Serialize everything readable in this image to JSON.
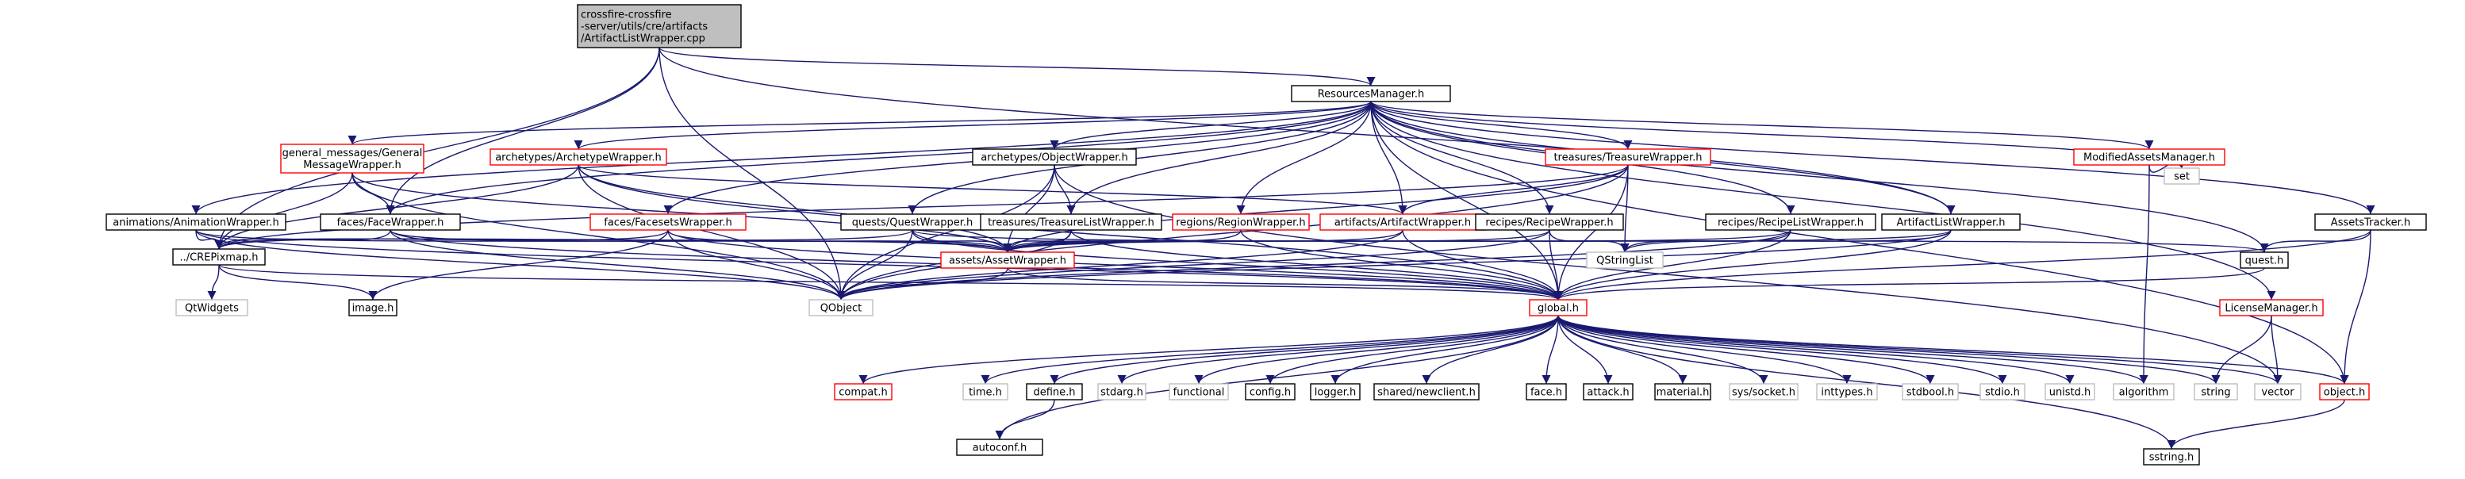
{
  "diagram": {
    "type": "include-dependency-graph",
    "colors": {
      "edge": "#191970",
      "root_fill": "#bfbfbf",
      "root_border": "#000000",
      "documented_border": "#000000",
      "linked_border": "#ff0000",
      "external_border": "#bfbfbf",
      "external_text": "#404040"
    },
    "nodes": [
      {
        "id": "root",
        "kind": "root",
        "lines": [
          "crossfire-crossfire",
          "-server/utils/cre/artifacts",
          "/ArtifactListWrapper.cpp"
        ]
      },
      {
        "id": "resources",
        "kind": "doc",
        "lines": [
          "ResourcesManager.h"
        ]
      },
      {
        "id": "general",
        "kind": "red",
        "lines": [
          "general_messages/General",
          "MessageWrapper.h"
        ]
      },
      {
        "id": "archetype",
        "kind": "red",
        "lines": [
          "archetypes/ArchetypeWrapper.h"
        ]
      },
      {
        "id": "object_wrapper",
        "kind": "doc",
        "lines": [
          "archetypes/ObjectWrapper.h"
        ]
      },
      {
        "id": "treasure",
        "kind": "red",
        "lines": [
          "treasures/TreasureWrapper.h"
        ]
      },
      {
        "id": "modified",
        "kind": "red",
        "lines": [
          "ModifiedAssetsManager.h"
        ]
      },
      {
        "id": "set",
        "kind": "ext",
        "lines": [
          "set"
        ]
      },
      {
        "id": "assets_tracker",
        "kind": "doc",
        "lines": [
          "AssetsTracker.h"
        ]
      },
      {
        "id": "animation",
        "kind": "doc",
        "lines": [
          "animations/AnimationWrapper.h"
        ]
      },
      {
        "id": "face",
        "kind": "doc",
        "lines": [
          "faces/FaceWrapper.h"
        ]
      },
      {
        "id": "facesets",
        "kind": "red",
        "lines": [
          "faces/FacesetsWrapper.h"
        ]
      },
      {
        "id": "quests",
        "kind": "doc",
        "lines": [
          "quests/QuestWrapper.h"
        ]
      },
      {
        "id": "treasure_list",
        "kind": "doc",
        "lines": [
          "treasures/TreasureListWrapper.h"
        ]
      },
      {
        "id": "regions",
        "kind": "red",
        "lines": [
          "regions/RegionWrapper.h"
        ]
      },
      {
        "id": "artifact",
        "kind": "red",
        "lines": [
          "artifacts/ArtifactWrapper.h"
        ]
      },
      {
        "id": "recipe",
        "kind": "doc",
        "lines": [
          "recipes/RecipeWrapper.h"
        ]
      },
      {
        "id": "recipe_list",
        "kind": "doc",
        "lines": [
          "recipes/RecipeListWrapper.h"
        ]
      },
      {
        "id": "artifact_list",
        "kind": "doc",
        "lines": [
          "ArtifactListWrapper.h"
        ]
      },
      {
        "id": "crepixmap",
        "kind": "doc",
        "lines": [
          "../CREPixmap.h"
        ]
      },
      {
        "id": "asset_wrapper",
        "kind": "red",
        "lines": [
          "assets/AssetWrapper.h"
        ]
      },
      {
        "id": "qstringlist",
        "kind": "ext",
        "lines": [
          "QStringList"
        ]
      },
      {
        "id": "quest",
        "kind": "doc",
        "lines": [
          "quest.h"
        ]
      },
      {
        "id": "qtwidgets",
        "kind": "ext",
        "lines": [
          "QtWidgets"
        ]
      },
      {
        "id": "image",
        "kind": "doc",
        "lines": [
          "image.h"
        ]
      },
      {
        "id": "qobject",
        "kind": "ext",
        "lines": [
          "QObject"
        ]
      },
      {
        "id": "global",
        "kind": "red",
        "lines": [
          "global.h"
        ]
      },
      {
        "id": "license",
        "kind": "red",
        "lines": [
          "LicenseManager.h"
        ]
      },
      {
        "id": "compat",
        "kind": "red",
        "lines": [
          "compat.h"
        ]
      },
      {
        "id": "time",
        "kind": "ext",
        "lines": [
          "time.h"
        ]
      },
      {
        "id": "define",
        "kind": "doc",
        "lines": [
          "define.h"
        ]
      },
      {
        "id": "stdarg",
        "kind": "ext",
        "lines": [
          "stdarg.h"
        ]
      },
      {
        "id": "functional",
        "kind": "ext",
        "lines": [
          "functional"
        ]
      },
      {
        "id": "config",
        "kind": "doc",
        "lines": [
          "config.h"
        ]
      },
      {
        "id": "logger",
        "kind": "doc",
        "lines": [
          "logger.h"
        ]
      },
      {
        "id": "newclient",
        "kind": "doc",
        "lines": [
          "shared/newclient.h"
        ]
      },
      {
        "id": "faceh",
        "kind": "doc",
        "lines": [
          "face.h"
        ]
      },
      {
        "id": "attack",
        "kind": "doc",
        "lines": [
          "attack.h"
        ]
      },
      {
        "id": "material",
        "kind": "doc",
        "lines": [
          "material.h"
        ]
      },
      {
        "id": "socket",
        "kind": "ext",
        "lines": [
          "sys/socket.h"
        ]
      },
      {
        "id": "inttypes",
        "kind": "ext",
        "lines": [
          "inttypes.h"
        ]
      },
      {
        "id": "stdbool",
        "kind": "ext",
        "lines": [
          "stdbool.h"
        ]
      },
      {
        "id": "stdio",
        "kind": "ext",
        "lines": [
          "stdio.h"
        ]
      },
      {
        "id": "unistd",
        "kind": "ext",
        "lines": [
          "unistd.h"
        ]
      },
      {
        "id": "algorithm",
        "kind": "ext",
        "lines": [
          "algorithm"
        ]
      },
      {
        "id": "string",
        "kind": "ext",
        "lines": [
          "string"
        ]
      },
      {
        "id": "vector",
        "kind": "ext",
        "lines": [
          "vector"
        ]
      },
      {
        "id": "objecth",
        "kind": "red",
        "lines": [
          "object.h"
        ]
      },
      {
        "id": "autoconf",
        "kind": "doc",
        "lines": [
          "autoconf.h"
        ]
      },
      {
        "id": "sstring",
        "kind": "doc",
        "lines": [
          "sstring.h"
        ]
      }
    ],
    "edges": [
      [
        "root",
        "resources"
      ],
      [
        "root",
        "artifact_list"
      ],
      [
        "root",
        "crepixmap"
      ],
      [
        "root",
        "face"
      ],
      [
        "root",
        "qobject"
      ],
      [
        "resources",
        "general"
      ],
      [
        "resources",
        "archetype"
      ],
      [
        "resources",
        "object_wrapper"
      ],
      [
        "resources",
        "treasure"
      ],
      [
        "resources",
        "modified"
      ],
      [
        "resources",
        "set"
      ],
      [
        "resources",
        "assets_tracker"
      ],
      [
        "resources",
        "animation"
      ],
      [
        "resources",
        "face"
      ],
      [
        "resources",
        "facesets"
      ],
      [
        "resources",
        "quests"
      ],
      [
        "resources",
        "treasure_list"
      ],
      [
        "resources",
        "regions"
      ],
      [
        "resources",
        "artifact"
      ],
      [
        "resources",
        "recipe"
      ],
      [
        "resources",
        "recipe_list"
      ],
      [
        "resources",
        "artifact_list"
      ],
      [
        "resources",
        "quest"
      ],
      [
        "resources",
        "license"
      ],
      [
        "resources",
        "objecth"
      ],
      [
        "resources",
        "global"
      ],
      [
        "general",
        "face"
      ],
      [
        "general",
        "crepixmap"
      ],
      [
        "general",
        "asset_wrapper"
      ],
      [
        "general",
        "qobject"
      ],
      [
        "archetype",
        "artifact"
      ],
      [
        "archetype",
        "asset_wrapper"
      ],
      [
        "archetype",
        "qobject"
      ],
      [
        "archetype",
        "global"
      ],
      [
        "archetype",
        "crepixmap"
      ],
      [
        "object_wrapper",
        "treasure_list"
      ],
      [
        "object_wrapper",
        "asset_wrapper"
      ],
      [
        "object_wrapper",
        "qobject"
      ],
      [
        "object_wrapper",
        "vector"
      ],
      [
        "treasure",
        "artifact"
      ],
      [
        "treasure",
        "qstringlist"
      ],
      [
        "treasure",
        "asset_wrapper"
      ],
      [
        "treasure",
        "qobject"
      ],
      [
        "treasure",
        "global"
      ],
      [
        "treasure",
        "crepixmap"
      ],
      [
        "modified",
        "set"
      ],
      [
        "modified",
        "algorithm"
      ],
      [
        "assets_tracker",
        "quest"
      ],
      [
        "assets_tracker",
        "objecth"
      ],
      [
        "assets_tracker",
        "global"
      ],
      [
        "animation",
        "crepixmap"
      ],
      [
        "animation",
        "asset_wrapper"
      ],
      [
        "animation",
        "qobject"
      ],
      [
        "animation",
        "global"
      ],
      [
        "face",
        "crepixmap"
      ],
      [
        "face",
        "asset_wrapper"
      ],
      [
        "face",
        "qobject"
      ],
      [
        "face",
        "global"
      ],
      [
        "facesets",
        "crepixmap"
      ],
      [
        "facesets",
        "image"
      ],
      [
        "facesets",
        "qobject"
      ],
      [
        "facesets",
        "global"
      ],
      [
        "facesets",
        "asset_wrapper"
      ],
      [
        "quests",
        "asset_wrapper"
      ],
      [
        "quests",
        "qobject"
      ],
      [
        "quests",
        "global"
      ],
      [
        "quests",
        "crepixmap"
      ],
      [
        "quests",
        "quest"
      ],
      [
        "treasure_list",
        "asset_wrapper"
      ],
      [
        "treasure_list",
        "qobject"
      ],
      [
        "treasure_list",
        "global"
      ],
      [
        "regions",
        "asset_wrapper"
      ],
      [
        "regions",
        "global"
      ],
      [
        "artifact",
        "asset_wrapper"
      ],
      [
        "artifact",
        "qobject"
      ],
      [
        "artifact",
        "global"
      ],
      [
        "recipe",
        "asset_wrapper"
      ],
      [
        "recipe",
        "qstringlist"
      ],
      [
        "recipe",
        "global"
      ],
      [
        "recipe",
        "qobject"
      ],
      [
        "recipe_list",
        "asset_wrapper"
      ],
      [
        "recipe_list",
        "qstringlist"
      ],
      [
        "recipe_list",
        "global"
      ],
      [
        "recipe_list",
        "qobject"
      ],
      [
        "artifact_list",
        "asset_wrapper"
      ],
      [
        "artifact_list",
        "qstringlist"
      ],
      [
        "artifact_list",
        "global"
      ],
      [
        "artifact_list",
        "qobject"
      ],
      [
        "crepixmap",
        "qtwidgets"
      ],
      [
        "crepixmap",
        "image"
      ],
      [
        "crepixmap",
        "global"
      ],
      [
        "asset_wrapper",
        "qobject"
      ],
      [
        "asset_wrapper",
        "global"
      ],
      [
        "quest",
        "global"
      ],
      [
        "license",
        "string"
      ],
      [
        "license",
        "vector"
      ],
      [
        "global",
        "compat"
      ],
      [
        "global",
        "time"
      ],
      [
        "global",
        "define"
      ],
      [
        "global",
        "stdarg"
      ],
      [
        "global",
        "functional"
      ],
      [
        "global",
        "config"
      ],
      [
        "global",
        "logger"
      ],
      [
        "global",
        "newclient"
      ],
      [
        "global",
        "faceh"
      ],
      [
        "global",
        "attack"
      ],
      [
        "global",
        "material"
      ],
      [
        "global",
        "socket"
      ],
      [
        "global",
        "inttypes"
      ],
      [
        "global",
        "stdbool"
      ],
      [
        "global",
        "stdio"
      ],
      [
        "global",
        "unistd"
      ],
      [
        "global",
        "algorithm"
      ],
      [
        "global",
        "string"
      ],
      [
        "global",
        "vector"
      ],
      [
        "global",
        "objecth"
      ],
      [
        "global",
        "autoconf"
      ],
      [
        "global",
        "sstring"
      ],
      [
        "define",
        "autoconf"
      ],
      [
        "objecth",
        "sstring"
      ]
    ]
  }
}
